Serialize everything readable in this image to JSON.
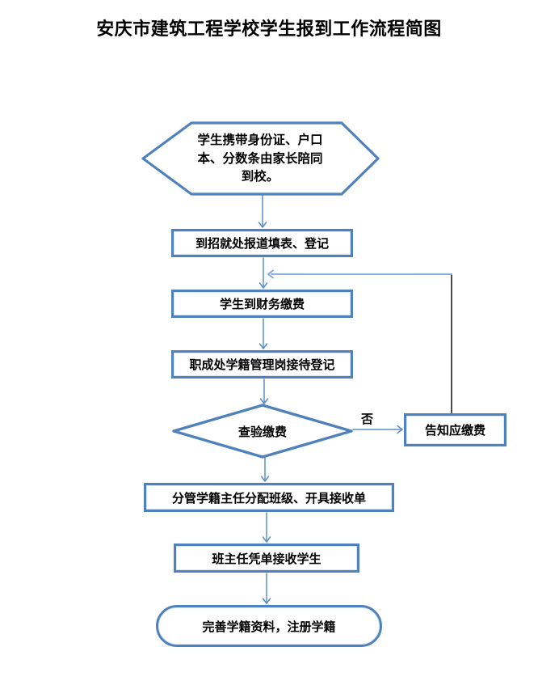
{
  "title": "安庆市建筑工程学校学生报到工作流程简图",
  "flowchart": {
    "nodes": [
      {
        "id": "start",
        "type": "hexagon",
        "label": "学生携带身份证、户口本、分数条由家长陪同到校。"
      },
      {
        "id": "register",
        "type": "process",
        "label": "到招就处报道填表、登记"
      },
      {
        "id": "pay",
        "type": "process",
        "label": "学生到财务缴费"
      },
      {
        "id": "reception",
        "type": "process",
        "label": "职成处学籍管理岗接待登记"
      },
      {
        "id": "check",
        "type": "decision",
        "label": "查验缴费"
      },
      {
        "id": "notify",
        "type": "process",
        "label": "告知应缴费"
      },
      {
        "id": "assign",
        "type": "process",
        "label": "分管学籍主任分配班级、开具接收单"
      },
      {
        "id": "accept",
        "type": "process",
        "label": "班主任凭单接收学生"
      },
      {
        "id": "end",
        "type": "terminator",
        "label": "完善学籍资料，注册学籍"
      }
    ],
    "edge_labels": {
      "no": "否"
    }
  },
  "colors": {
    "shape_border": "#4f81bd",
    "arrow_blue": "#5b8dc8",
    "feedback_horizontal": "#7fa8dc",
    "feedback_vertical": "#000000",
    "text": "#000000",
    "background": "#ffffff"
  }
}
